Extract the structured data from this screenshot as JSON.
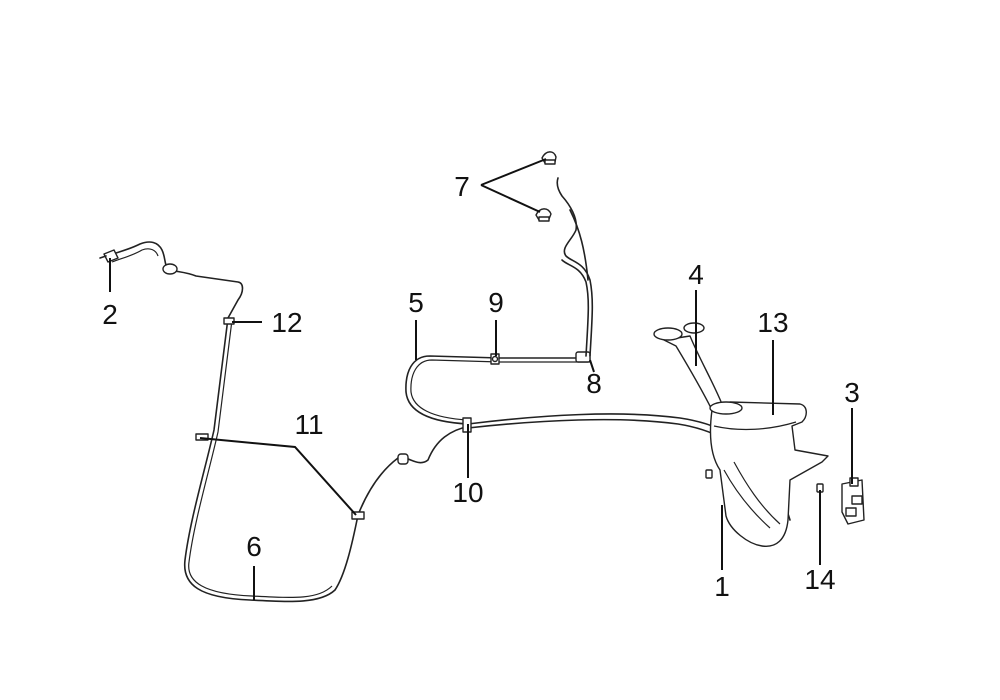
{
  "callouts": {
    "n1": "1",
    "n2": "2",
    "n3": "3",
    "n4": "4",
    "n5": "5",
    "n6": "6",
    "n7": "7",
    "n8": "8",
    "n9": "9",
    "n10": "10",
    "n11": "11",
    "n12": "12",
    "n13": "13",
    "n14": "14"
  }
}
